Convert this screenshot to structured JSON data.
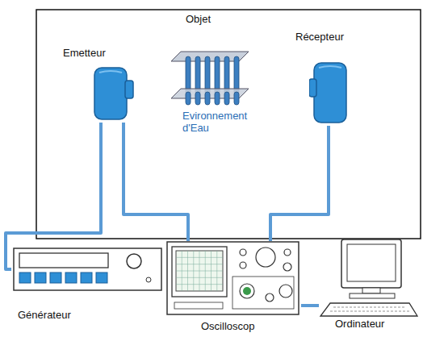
{
  "diagram": {
    "nodes": [
      {
        "text": [
          "Emetteur"
        ]
      },
      {
        "text": [
          "Objet"
        ]
      },
      {
        "text": [
          "Récepteur"
        ]
      },
      {
        "text": [
          "Générateur"
        ]
      },
      {
        "text": [
          "Oscilloscop"
        ]
      },
      {
        "text": [
          "Ordinateur"
        ]
      }
    ],
    "edges": [
      {
        "from": 3,
        "to": 0,
        "arrow": "none"
      },
      {
        "from": 0,
        "to": 4,
        "arrow": "none"
      },
      {
        "from": 2,
        "to": 4,
        "arrow": "none"
      },
      {
        "from": 4,
        "to": 5,
        "arrow": "none"
      }
    ],
    "labels": [
      "Evironnement d'Eau"
    ]
  }
}
